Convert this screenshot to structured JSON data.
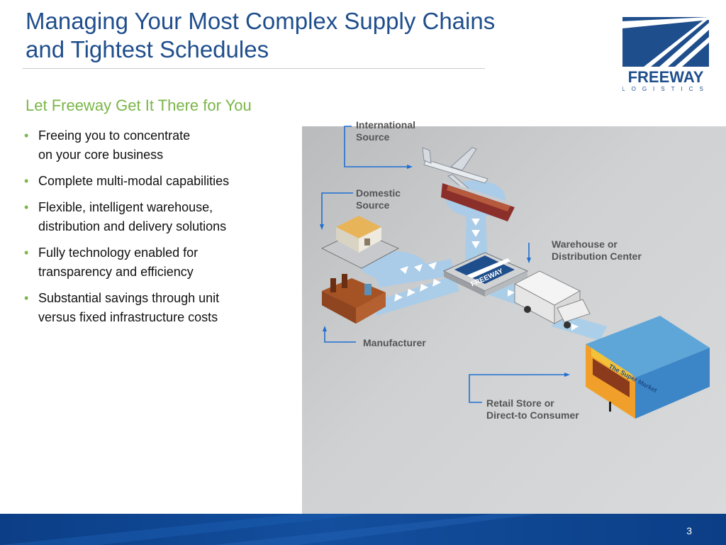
{
  "title": {
    "line1": "Managing Your Most Complex Supply Chains",
    "line2": "and Tightest Schedules"
  },
  "logo": {
    "name": "FREEWAY",
    "tagline": "LOGISTICS",
    "icon": "freeway-road-logo-icon",
    "color": "#1f4e8c"
  },
  "subtitle": "Let Freeway Get It There for You",
  "bullets": [
    {
      "line1": "Freeing you to concentrate",
      "line2": "on your core business"
    },
    {
      "line1": "Complete multi-modal capabilities",
      "line2": ""
    },
    {
      "line1": "Flexible, intelligent warehouse,",
      "line2": "distribution and delivery solutions"
    },
    {
      "line1": "Fully technology enabled for",
      "line2": "transparency and efficiency"
    },
    {
      "line1": "Substantial savings through unit",
      "line2": "versus fixed infrastructure costs"
    }
  ],
  "diagram": {
    "nodes": {
      "international": {
        "line1": "International",
        "line2": "Source",
        "icon": "airplane-and-ship-icon"
      },
      "domestic": {
        "line1": "Domestic",
        "line2": "Source",
        "icon": "house-icon"
      },
      "warehouse": {
        "line1": "Warehouse or",
        "line2": "Distribution Center",
        "icon": "truck-icon"
      },
      "manufacturer": {
        "line1": "Manufacturer",
        "icon": "factory-icon"
      },
      "retail": {
        "line1": "Retail Store or",
        "line2": "Direct-to Consumer",
        "icon": "supermarket-icon"
      },
      "hub": {
        "label": "FREEWAY",
        "icon": "freeway-hub-icon"
      }
    },
    "store_sign": "The Super Market"
  },
  "colors": {
    "title": "#1f4e8c",
    "accent": "#7ab648",
    "footer": "#0b3e86",
    "connector": "#1f6fd1"
  },
  "page_number": "3"
}
